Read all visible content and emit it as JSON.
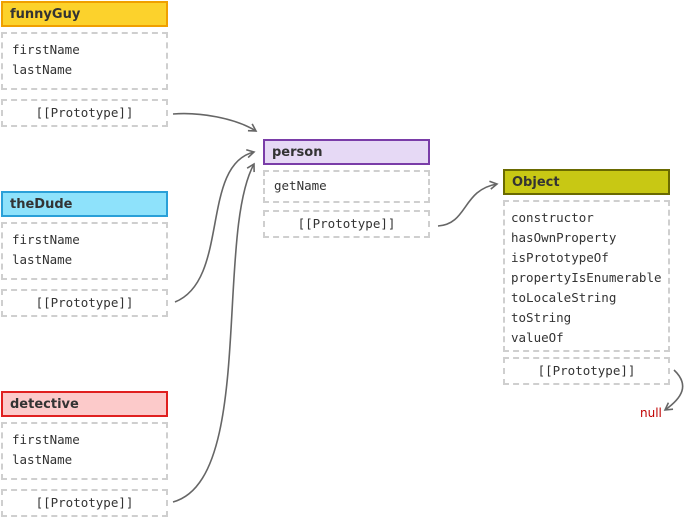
{
  "objects": {
    "funnyGuy": {
      "title": "funnyGuy",
      "props": [
        "firstName",
        "lastName"
      ],
      "proto": "[[Prototype]]"
    },
    "theDude": {
      "title": "theDude",
      "props": [
        "firstName",
        "lastName"
      ],
      "proto": "[[Prototype]]"
    },
    "detective": {
      "title": "detective",
      "props": [
        "firstName",
        "lastName"
      ],
      "proto": "[[Prototype]]"
    },
    "person": {
      "title": "person",
      "props": [
        "getName"
      ],
      "proto": "[[Prototype]]"
    },
    "object": {
      "title": "Object",
      "props": [
        "constructor",
        "hasOwnProperty",
        "isPrototypeOf",
        "propertyIsEnumerable",
        "toLocaleString",
        "toString",
        "valueOf"
      ],
      "proto": "[[Prototype]]"
    }
  },
  "null_label": "null",
  "colors": {
    "funnyGuy_fill": "#fcd22c",
    "funnyGuy_border": "#f0a000",
    "theDude_fill": "#8ee2fb",
    "theDude_border": "#2aa0d8",
    "detective_fill": "#fccaca",
    "detective_border": "#e02020",
    "person_fill": "#e6d9f5",
    "person_border": "#7a3da8",
    "object_fill": "#c8c814",
    "object_border": "#6a6a00",
    "arrow": "#666666",
    "null": "#c00000"
  }
}
